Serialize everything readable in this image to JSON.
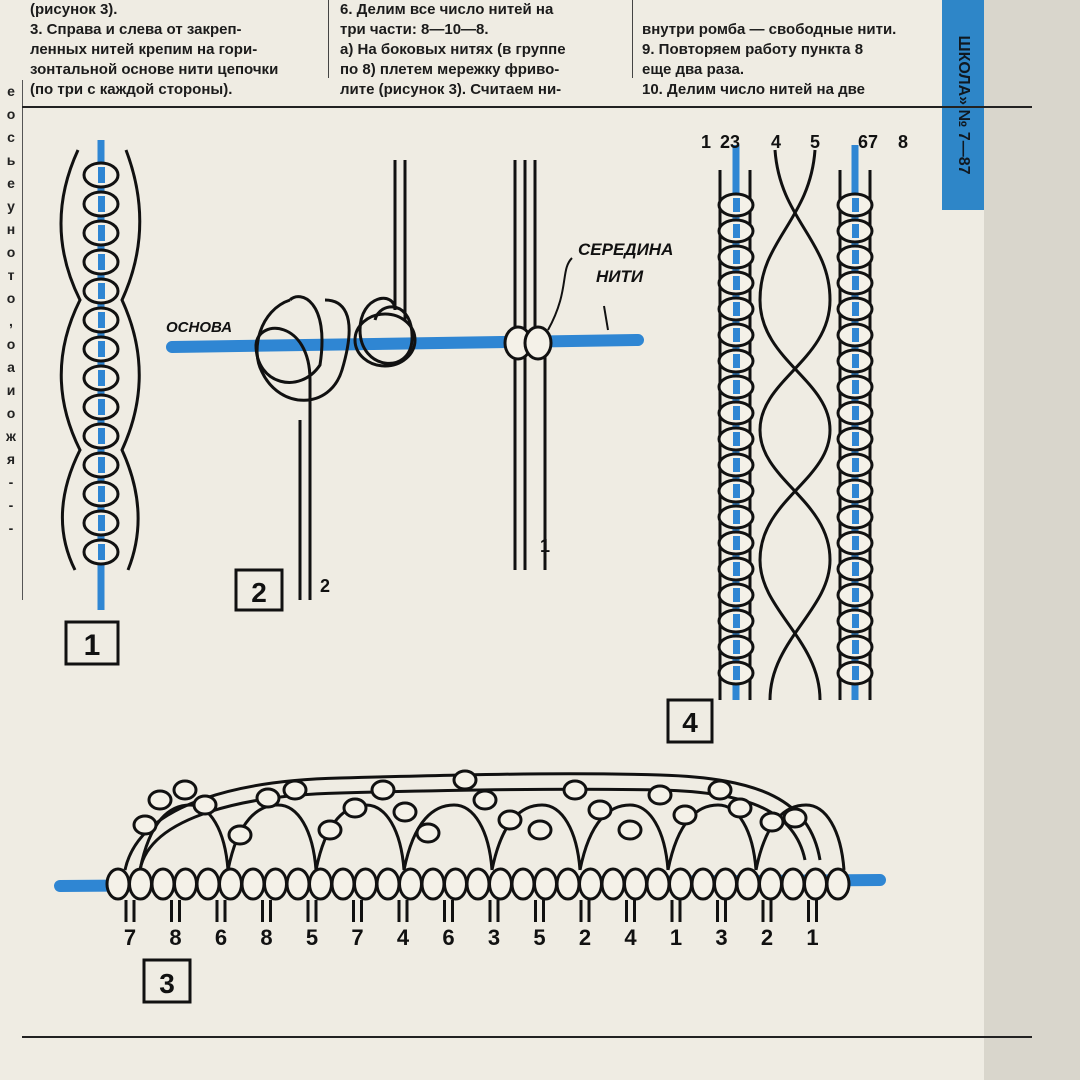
{
  "columns": {
    "col1": "(рисунок 3).\n   3. Справа и слева от закреп-\nленных нитей крепим на гори-\nзонтальной основе нити цепочки\n(по три с каждой стороны).",
    "col2": "   6. Делим все число нитей на\nтри части: 8—10—8.\n   а) На боковых нитях (в группе\nпо 8) плетем мережку фриво-\nлите (рисунок 3). Считаем ни-",
    "col3": "\nвнутри ромба — свободные нити.\n   9. Повторяем работу пункта 8\nеще два раза.\n   10. Делим число нитей на две"
  },
  "side_tab": "ШКОЛА» № 7—87",
  "left_strip_letters": [
    "е",
    "о",
    "с",
    "ь",
    "е",
    "у",
    "н",
    "о",
    "т",
    "о",
    ",",
    "о",
    "а",
    "и",
    "о",
    "ж",
    "я",
    "-",
    "-",
    "-"
  ],
  "figure_1": {
    "number": "1"
  },
  "figure_2": {
    "number": "2",
    "osnova_label": "ОСНОВА",
    "middle_label_line1": "СЕРЕДИНА",
    "middle_label_line2": "НИТИ",
    "thread_label_1": "1",
    "thread_label_2": "2"
  },
  "figure_3": {
    "number": "3",
    "thread_numbers": [
      "7",
      "8",
      "6",
      "8",
      "5",
      "7",
      "4",
      "6",
      "3",
      "5",
      "2",
      "4",
      "1",
      "3",
      "2",
      "1"
    ]
  },
  "figure_4": {
    "number": "4",
    "top_labels": [
      "1",
      "23",
      "4",
      "5",
      "67",
      "8"
    ]
  },
  "colors": {
    "thread_blue": "#2f86d3",
    "ink": "#111111",
    "paper": "#efece3",
    "tab_blue": "#2e86c8"
  }
}
